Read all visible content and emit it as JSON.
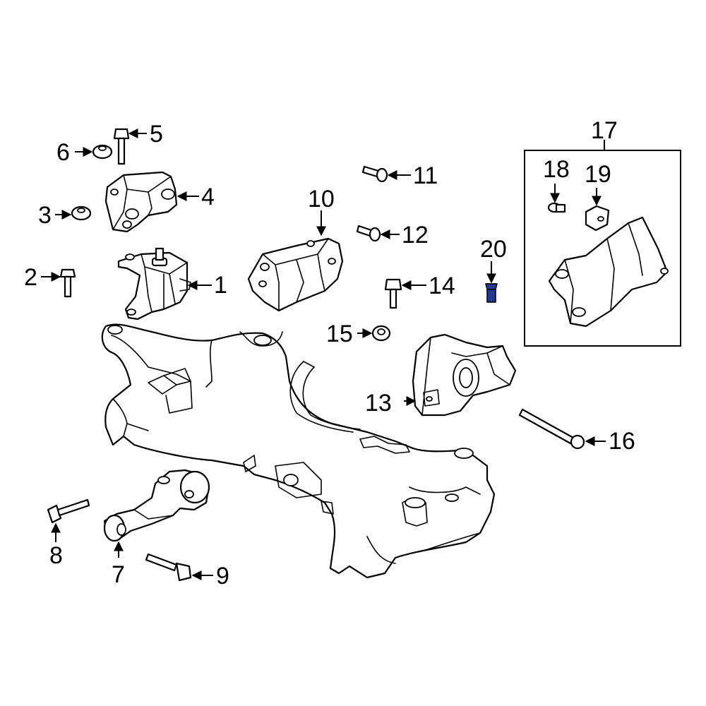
{
  "diagram": {
    "callouts": {
      "c1": "1",
      "c2": "2",
      "c3": "3",
      "c4": "4",
      "c5": "5",
      "c6": "6",
      "c7": "7",
      "c8": "8",
      "c9": "9",
      "c10": "10",
      "c11": "11",
      "c12": "12",
      "c13": "13",
      "c14": "14",
      "c15": "15",
      "c16": "16",
      "c17": "17",
      "c18": "18",
      "c19": "19",
      "c20": "20"
    },
    "colors": {
      "line": "#000000",
      "background": "#ffffff",
      "highlight": "#1f3a93"
    }
  }
}
